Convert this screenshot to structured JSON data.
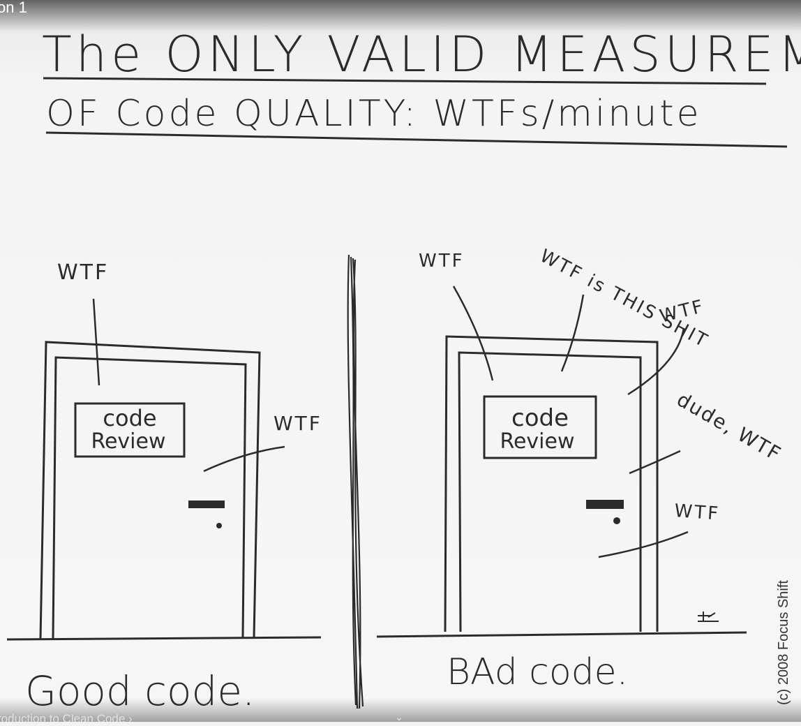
{
  "video": {
    "title_fragment": "on 1",
    "chapter_label": "roduction to Clean Code ›",
    "chevron": "⌄"
  },
  "comic": {
    "title_line1": "The ONLY VALID MEASUREMENT",
    "title_line2": "OF Code QUALITY: WTFs/minute",
    "good": {
      "sign_line1": "code",
      "sign_line2": "Review",
      "exclamations": [
        "WTF",
        "WTF"
      ],
      "caption": "Good code."
    },
    "bad": {
      "sign_line1": "code",
      "sign_line2": "Review",
      "exclamations": [
        "WTF",
        "WTF is THIS SHIT",
        "WTF",
        "dude, WTF",
        "WTF"
      ],
      "caption": "BAd code."
    },
    "copyright": "(c) 2008 Focus Shift"
  },
  "colors": {
    "ink": "#2b2b2b",
    "paper": "#f4f4f4"
  }
}
